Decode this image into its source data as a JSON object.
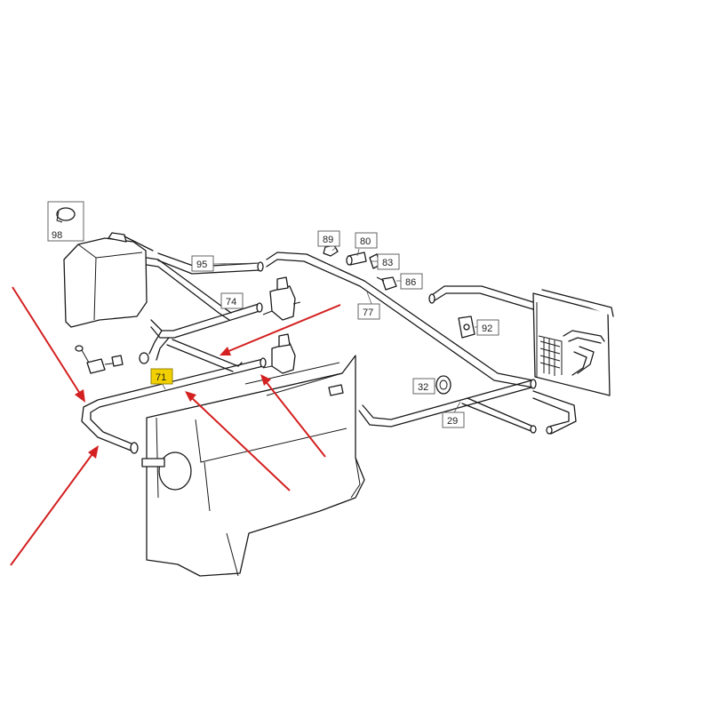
{
  "diagram": {
    "callouts": [
      {
        "id": "c98",
        "number": "98",
        "highlighted": false
      },
      {
        "id": "c95",
        "number": "95",
        "highlighted": false
      },
      {
        "id": "c74",
        "number": "74",
        "highlighted": false
      },
      {
        "id": "c71",
        "number": "71",
        "highlighted": true
      },
      {
        "id": "c89",
        "number": "89",
        "highlighted": false
      },
      {
        "id": "c80",
        "number": "80",
        "highlighted": false
      },
      {
        "id": "c83",
        "number": "83",
        "highlighted": false
      },
      {
        "id": "c86",
        "number": "86",
        "highlighted": false
      },
      {
        "id": "c77",
        "number": "77",
        "highlighted": false
      },
      {
        "id": "c92",
        "number": "92",
        "highlighted": false
      },
      {
        "id": "c32",
        "number": "32",
        "highlighted": false
      },
      {
        "id": "c29",
        "number": "29",
        "highlighted": false
      }
    ],
    "colors": {
      "line": "#1a1a1a",
      "arrow": "#d42020",
      "highlight": "#f2d000",
      "background": "#ffffff"
    }
  }
}
